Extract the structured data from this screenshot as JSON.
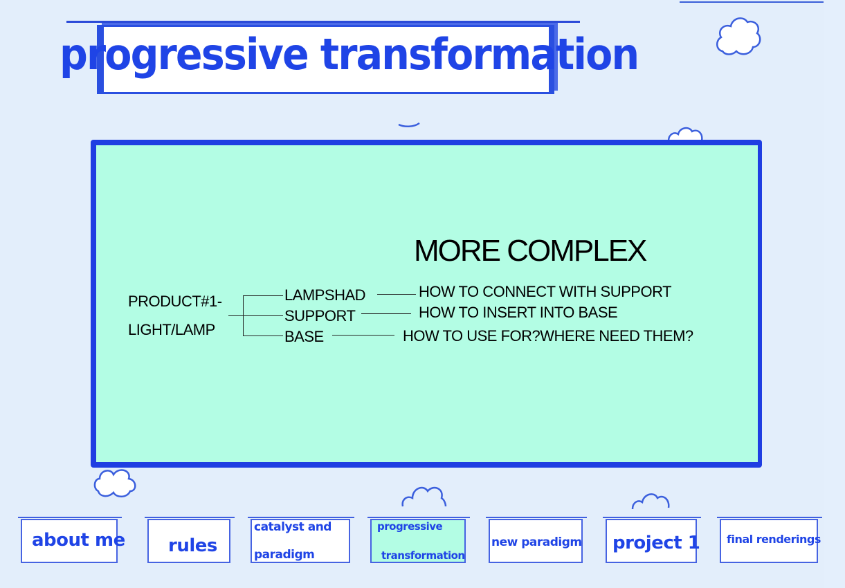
{
  "header": {
    "title": "progressive transformation"
  },
  "panel": {
    "heading": "MORE COMPLEX",
    "product_line1": "PRODUCT#1-",
    "product_line2": "LIGHT/LAMP",
    "parts": [
      {
        "name": "LAMPSHAD",
        "question": "HOW TO CONNECT WITH SUPPORT"
      },
      {
        "name": "SUPPORT",
        "question": "HOW TO INSERT INTO BASE"
      },
      {
        "name": "BASE",
        "question": "HOW TO USE FOR?WHERE NEED THEM?"
      }
    ]
  },
  "nav": {
    "about_me": "about me",
    "rules": "rules",
    "catalyst_line1": "catalyst and",
    "catalyst_line2": "paradigm",
    "progressive_line1": "progressive",
    "progressive_line2": "transformation",
    "new_paradigm": "new paradigm",
    "project1": "project 1",
    "final_renderings": "final renderings"
  },
  "colors": {
    "accent": "#1f44e6",
    "panel_bg": "#b3fde4",
    "page_bg": "#e3eefb"
  }
}
